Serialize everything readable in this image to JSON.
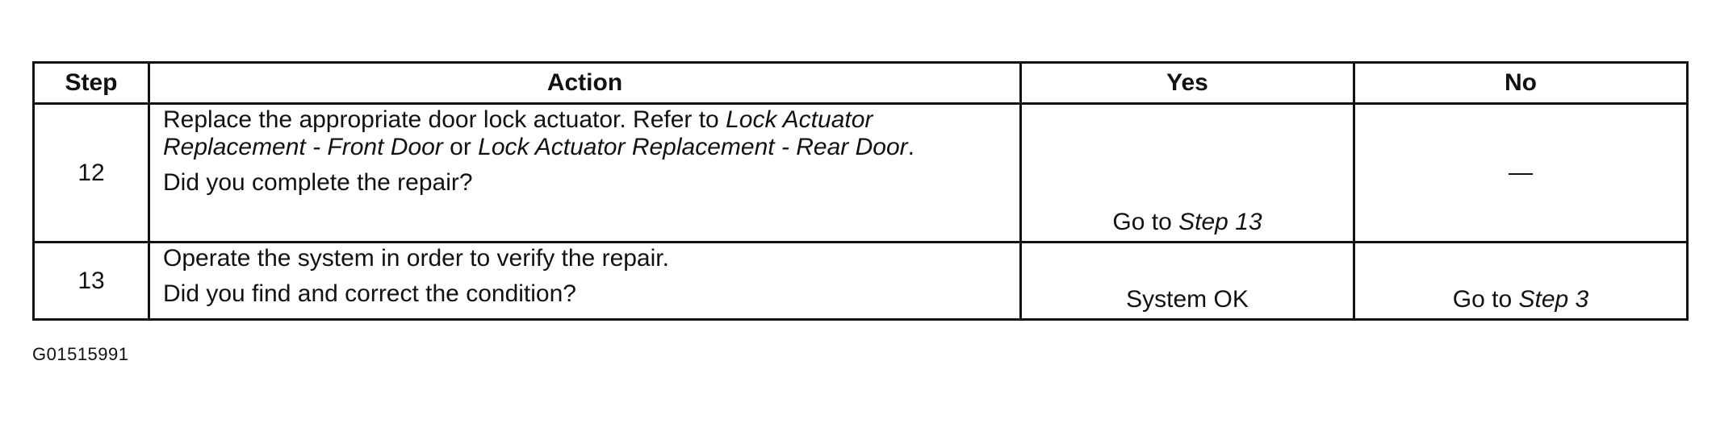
{
  "table": {
    "headers": {
      "step": "Step",
      "action": "Action",
      "yes": "Yes",
      "no": "No"
    },
    "rows": [
      {
        "step": "12",
        "action": {
          "instruction": {
            "t1": "Replace the appropriate door lock actuator. Refer to ",
            "ref1": "Lock Actuator Replacement - Front Door",
            "t2": " or ",
            "ref2": "Lock Actuator Replacement - Rear Door",
            "t3": "."
          },
          "question": "Did you complete the repair?"
        },
        "yes": {
          "prefix": "Go to ",
          "ref": "Step 13"
        },
        "no": {
          "symbol": "em-dash"
        }
      },
      {
        "step": "13",
        "action": {
          "instruction": "Operate the system in order to verify the repair.",
          "question": "Did you find and correct the condition?"
        },
        "yes": {
          "text": "System OK"
        },
        "no": {
          "prefix": "Go to ",
          "ref": "Step 3"
        }
      }
    ]
  },
  "figure_id": "G01515991"
}
